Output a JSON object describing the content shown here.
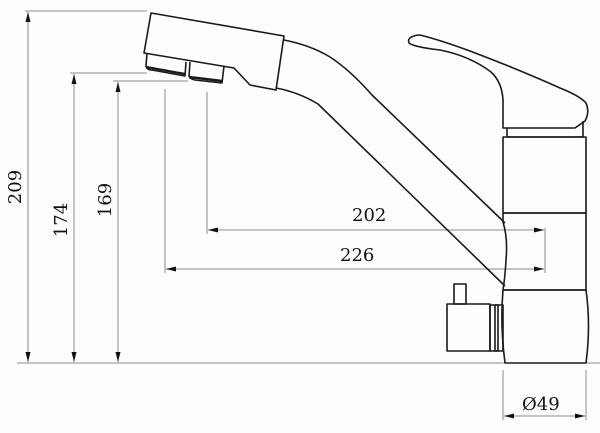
{
  "drawing": {
    "subject": "kitchen faucet with filter spout, side elevation",
    "units": "mm",
    "line_color": "#1a1a1a",
    "dim_line_color": "#8a8a8a",
    "background": "#fdfdfd"
  },
  "dimensions": {
    "height_total": "209",
    "height_outlet_1": "174",
    "height_outlet_2": "169",
    "reach_inner": "202",
    "reach_outer": "226",
    "base_diameter": "Ø49"
  }
}
